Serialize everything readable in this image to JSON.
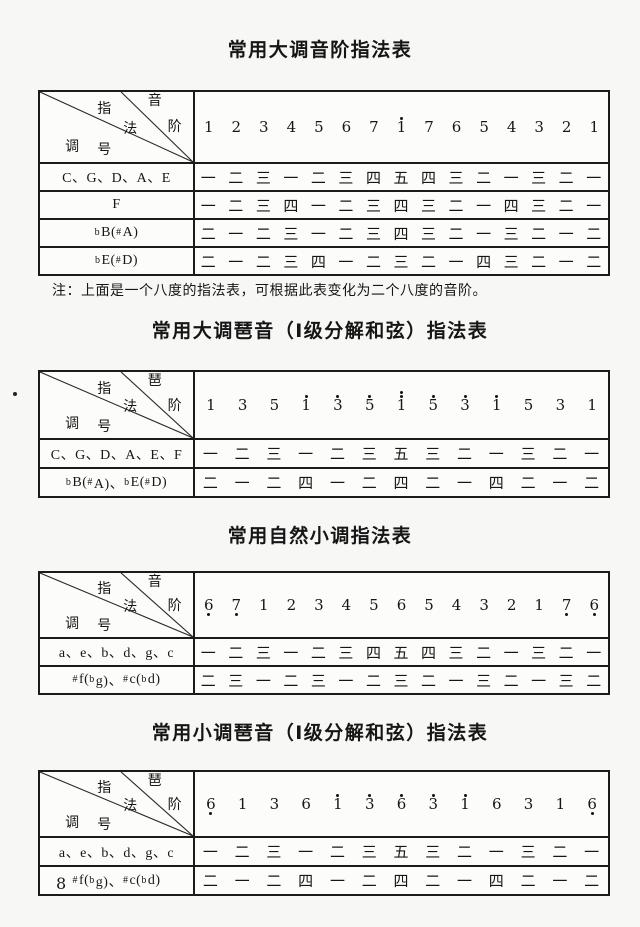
{
  "page_number": "8",
  "note": "注：上面是一个八度的指法表，可根据此表变化为二个八度的音阶。",
  "sections": [
    {
      "title": "常用大调音阶指法表",
      "corner": {
        "middle": [
          "指",
          "法"
        ],
        "top_right": [
          "音",
          "阶"
        ],
        "bottom_left": [
          "调",
          "号"
        ]
      },
      "degrees": [
        {
          "d": "1",
          "o": 0
        },
        {
          "d": "2",
          "o": 0
        },
        {
          "d": "3",
          "o": 0
        },
        {
          "d": "4",
          "o": 0
        },
        {
          "d": "5",
          "o": 0
        },
        {
          "d": "6",
          "o": 0
        },
        {
          "d": "7",
          "o": 0
        },
        {
          "d": "1",
          "o": 1
        },
        {
          "d": "7",
          "o": 0
        },
        {
          "d": "6",
          "o": 0
        },
        {
          "d": "5",
          "o": 0
        },
        {
          "d": "4",
          "o": 0
        },
        {
          "d": "3",
          "o": 0
        },
        {
          "d": "2",
          "o": 0
        },
        {
          "d": "1",
          "o": 0
        }
      ],
      "rows": [
        {
          "key": [
            {
              "t": "C、G、D、A、E"
            }
          ],
          "fingering": [
            "一",
            "二",
            "三",
            "一",
            "二",
            "三",
            "四",
            "五",
            "四",
            "三",
            "二",
            "一",
            "三",
            "二",
            "一"
          ]
        },
        {
          "key": [
            {
              "t": "F"
            }
          ],
          "fingering": [
            "一",
            "二",
            "三",
            "四",
            "一",
            "二",
            "三",
            "四",
            "三",
            "二",
            "一",
            "四",
            "三",
            "二",
            "一"
          ]
        },
        {
          "key": [
            {
              "t": "b",
              "sup": true
            },
            {
              "t": "B("
            },
            {
              "t": "#",
              "sup": true
            },
            {
              "t": "A)"
            }
          ],
          "fingering": [
            "二",
            "一",
            "二",
            "三",
            "一",
            "二",
            "三",
            "四",
            "三",
            "二",
            "一",
            "三",
            "二",
            "一",
            "二"
          ]
        },
        {
          "key": [
            {
              "t": "b",
              "sup": true
            },
            {
              "t": "E("
            },
            {
              "t": "#",
              "sup": true
            },
            {
              "t": "D)"
            }
          ],
          "fingering": [
            "二",
            "一",
            "二",
            "三",
            "四",
            "一",
            "二",
            "三",
            "二",
            "一",
            "四",
            "三",
            "二",
            "一",
            "二"
          ]
        }
      ]
    },
    {
      "title": "常用大调琶音（Ⅰ级分解和弦）指法表",
      "corner": {
        "middle": [
          "指",
          "法"
        ],
        "top_right": [
          "琶",
          "阶"
        ],
        "bottom_left": [
          "调",
          "号"
        ]
      },
      "degrees": [
        {
          "d": "1",
          "o": 0
        },
        {
          "d": "3",
          "o": 0
        },
        {
          "d": "5",
          "o": 0
        },
        {
          "d": "1",
          "o": 1
        },
        {
          "d": "3",
          "o": 1
        },
        {
          "d": "5",
          "o": 1
        },
        {
          "d": "1",
          "o": 2
        },
        {
          "d": "5",
          "o": 1
        },
        {
          "d": "3",
          "o": 1
        },
        {
          "d": "1",
          "o": 1
        },
        {
          "d": "5",
          "o": 0
        },
        {
          "d": "3",
          "o": 0
        },
        {
          "d": "1",
          "o": 0
        }
      ],
      "rows": [
        {
          "key": [
            {
              "t": "C、G、D、A、E、F"
            }
          ],
          "fingering": [
            "一",
            "二",
            "三",
            "一",
            "二",
            "三",
            "五",
            "三",
            "二",
            "一",
            "三",
            "二",
            "一"
          ]
        },
        {
          "key": [
            {
              "t": "b",
              "sup": true
            },
            {
              "t": "B("
            },
            {
              "t": "#",
              "sup": true
            },
            {
              "t": "A)、"
            },
            {
              "t": "b",
              "sup": true
            },
            {
              "t": "E("
            },
            {
              "t": "#",
              "sup": true
            },
            {
              "t": "D)"
            }
          ],
          "fingering": [
            "二",
            "一",
            "二",
            "四",
            "一",
            "二",
            "四",
            "二",
            "一",
            "四",
            "二",
            "一",
            "二"
          ]
        }
      ]
    },
    {
      "title": "常用自然小调指法表",
      "corner": {
        "middle": [
          "指",
          "法"
        ],
        "top_right": [
          "音",
          "阶"
        ],
        "bottom_left": [
          "调",
          "号"
        ]
      },
      "degrees": [
        {
          "d": "6",
          "o": -1
        },
        {
          "d": "7",
          "o": -1
        },
        {
          "d": "1",
          "o": 0
        },
        {
          "d": "2",
          "o": 0
        },
        {
          "d": "3",
          "o": 0
        },
        {
          "d": "4",
          "o": 0
        },
        {
          "d": "5",
          "o": 0
        },
        {
          "d": "6",
          "o": 0
        },
        {
          "d": "5",
          "o": 0
        },
        {
          "d": "4",
          "o": 0
        },
        {
          "d": "3",
          "o": 0
        },
        {
          "d": "2",
          "o": 0
        },
        {
          "d": "1",
          "o": 0
        },
        {
          "d": "7",
          "o": -1
        },
        {
          "d": "6",
          "o": -1
        }
      ],
      "rows": [
        {
          "key": [
            {
              "t": "a、e、b、d、g、c"
            }
          ],
          "fingering": [
            "一",
            "二",
            "三",
            "一",
            "二",
            "三",
            "四",
            "五",
            "四",
            "三",
            "二",
            "一",
            "三",
            "二",
            "一"
          ]
        },
        {
          "key": [
            {
              "t": "#",
              "sup": true
            },
            {
              "t": "f("
            },
            {
              "t": "b",
              "sup": true
            },
            {
              "t": "g)、"
            },
            {
              "t": "#",
              "sup": true
            },
            {
              "t": "c("
            },
            {
              "t": "b",
              "sup": true
            },
            {
              "t": "d)"
            }
          ],
          "fingering": [
            "二",
            "三",
            "一",
            "二",
            "三",
            "一",
            "二",
            "三",
            "二",
            "一",
            "三",
            "二",
            "一",
            "三",
            "二"
          ]
        }
      ]
    },
    {
      "title": "常用小调琶音（Ⅰ级分解和弦）指法表",
      "corner": {
        "middle": [
          "指",
          "法"
        ],
        "top_right": [
          "琶",
          "阶"
        ],
        "bottom_left": [
          "调",
          "号"
        ]
      },
      "degrees": [
        {
          "d": "6",
          "o": -1
        },
        {
          "d": "1",
          "o": 0
        },
        {
          "d": "3",
          "o": 0
        },
        {
          "d": "6",
          "o": 0
        },
        {
          "d": "1",
          "o": 1
        },
        {
          "d": "3",
          "o": 1
        },
        {
          "d": "6",
          "o": 1
        },
        {
          "d": "3",
          "o": 1
        },
        {
          "d": "1",
          "o": 1
        },
        {
          "d": "6",
          "o": 0
        },
        {
          "d": "3",
          "o": 0
        },
        {
          "d": "1",
          "o": 0
        },
        {
          "d": "6",
          "o": -1
        }
      ],
      "rows": [
        {
          "key": [
            {
              "t": "a、e、b、d、g、c"
            }
          ],
          "fingering": [
            "一",
            "二",
            "三",
            "一",
            "二",
            "三",
            "五",
            "三",
            "二",
            "一",
            "三",
            "二",
            "一"
          ]
        },
        {
          "key": [
            {
              "t": "#",
              "sup": true
            },
            {
              "t": "f("
            },
            {
              "t": "b",
              "sup": true
            },
            {
              "t": "g)、"
            },
            {
              "t": "#",
              "sup": true
            },
            {
              "t": "c("
            },
            {
              "t": "b",
              "sup": true
            },
            {
              "t": "d)"
            }
          ],
          "fingering": [
            "二",
            "一",
            "二",
            "四",
            "一",
            "二",
            "四",
            "二",
            "一",
            "四",
            "二",
            "一",
            "二"
          ]
        }
      ]
    }
  ]
}
